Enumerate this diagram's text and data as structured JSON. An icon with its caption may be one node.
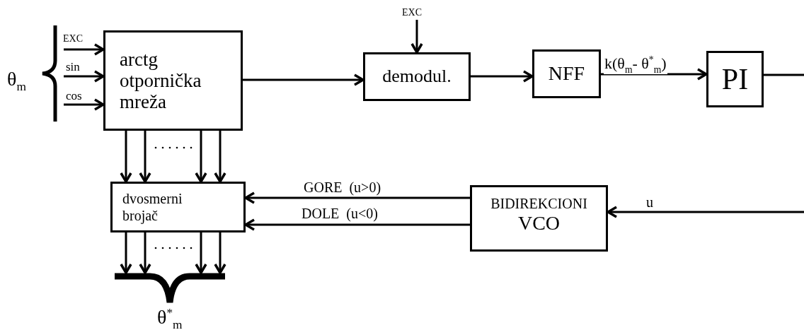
{
  "diagram": {
    "nodes": [
      {
        "text": [
          "θ$_{m}$"
        ]
      },
      {
        "text": [
          "arctg otpornička mreža"
        ]
      },
      {
        "text": [
          "EXC"
        ]
      },
      {
        "text": [
          "demodul."
        ]
      },
      {
        "text": [
          "NFF"
        ]
      },
      {
        "text": [
          "PI"
        ]
      },
      {
        "text": [
          "dvosmerni brojač"
        ]
      },
      {
        "text": [
          "BIDIREKCIONI",
          "VCO"
        ]
      },
      {
        "text": [
          "θ$^{*}$$_{m}$"
        ]
      }
    ],
    "edges": [
      {
        "from": 0,
        "to": 1,
        "arrow": "to",
        "label": "EXC"
      },
      {
        "from": 0,
        "to": 1,
        "arrow": "to",
        "label": "sin"
      },
      {
        "from": 0,
        "to": 1,
        "arrow": "to",
        "label": "cos"
      },
      {
        "from": 1,
        "to": 3,
        "arrow": "to"
      },
      {
        "from": 2,
        "to": 3,
        "arrow": "to"
      },
      {
        "from": 3,
        "to": 4,
        "arrow": "to"
      },
      {
        "from": 4,
        "to": 5,
        "arrow": "to",
        "label": "k(θ$_{m}$- θ$^{*}$$_{m}$)"
      },
      {
        "from": 5,
        "to": null,
        "arrow": "none"
      },
      {
        "from": null,
        "to": 7,
        "arrow": "to",
        "label": "u"
      },
      {
        "from": 1,
        "to": 6,
        "arrow": "to"
      },
      {
        "from": 1,
        "to": 6,
        "arrow": "to"
      },
      {
        "from": 1,
        "to": 6,
        "arrow": "to"
      },
      {
        "from": 1,
        "to": 6,
        "arrow": "to"
      },
      {
        "from": 7,
        "to": 6,
        "arrow": "to",
        "label": "GORE  (u>0)"
      },
      {
        "from": 7,
        "to": 6,
        "arrow": "to",
        "label": "DOLE  (u<0)"
      },
      {
        "from": 6,
        "to": 8,
        "arrow": "to"
      },
      {
        "from": 6,
        "to": 8,
        "arrow": "to"
      },
      {
        "from": 6,
        "to": 8,
        "arrow": "to"
      },
      {
        "from": 6,
        "to": 8,
        "arrow": "to"
      }
    ]
  }
}
